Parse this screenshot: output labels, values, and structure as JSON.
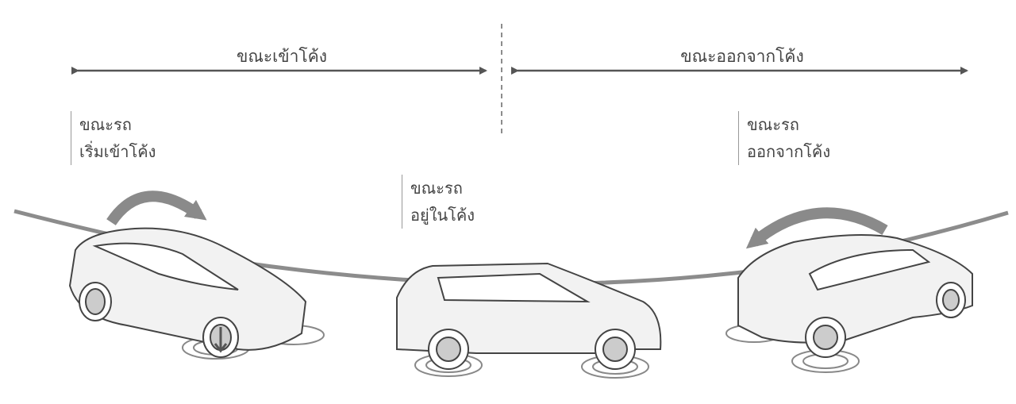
{
  "phases": {
    "entering": "ขณะเข้าโค้ง",
    "exiting": "ขณะออกจากโค้ง"
  },
  "notes": [
    {
      "line1": "ขณะรถ",
      "line2": "เริ่มเข้าโค้ง"
    },
    {
      "line1": "ขณะรถ",
      "line2": "อยู่ในโค้ง"
    },
    {
      "line1": "ขณะรถ",
      "line2": "ออกจากโค้ง"
    }
  ]
}
